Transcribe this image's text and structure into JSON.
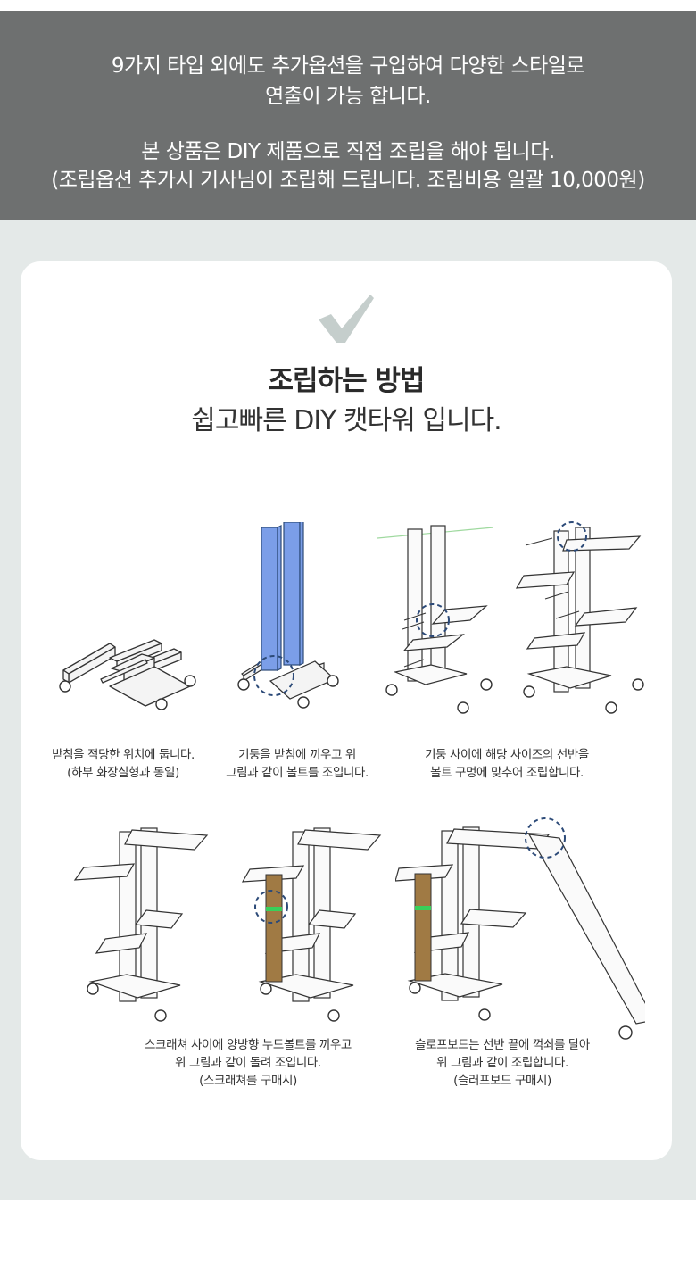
{
  "notice": {
    "lines": [
      "9가지 타입 외에도 추가옵션을 구입하여 다양한 스타일로",
      "연출이 가능 합니다.",
      "본 상품은 DIY 제품으로 직접 조립을 해야 됩니다.",
      "(조립옵션 추가시 기사님이 조립해 드립니다. 조립비용 일괄 10,000원)"
    ]
  },
  "assembly": {
    "title": "조립하는 방법",
    "subtitle": "쉽고빠른 DIY 캣타워 입니다.",
    "steps": [
      {
        "lines": [
          "받침을 적당한 위치에 둡니다.",
          "(하부 화장실형과 동일)"
        ]
      },
      {
        "lines": [
          "기둥을 받침에 끼우고 위",
          "그림과 같이 볼트를 조입니다."
        ]
      },
      {
        "lines": [
          "기둥 사이에 해당 사이즈의 선반을",
          "볼트 구멍에 맞추어 조립합니다."
        ]
      },
      {
        "lines": [
          "스크래쳐 사이에 양방향 누드볼트를 끼우고",
          "위 그림과 같이 돌려 조입니다.",
          "(스크래쳐를 구매시)"
        ]
      },
      {
        "lines": [
          "슬로프보드는 선반 끝에 꺽쇠를 달아",
          "위 그림과 같이 조립합니다.",
          "(슬러프보드 구매시)"
        ]
      }
    ]
  },
  "colors": {
    "banner_bg": "#6e7070",
    "section_bg": "#e4e9e8",
    "check_mark": "#c5cecc",
    "post_blue": "#7b9ee8",
    "highlight_circle": "#2c4a78",
    "scratcher_brown": "#a07a44",
    "ring_green": "#39d05a"
  },
  "icons": {
    "check": "check-mark-icon"
  }
}
